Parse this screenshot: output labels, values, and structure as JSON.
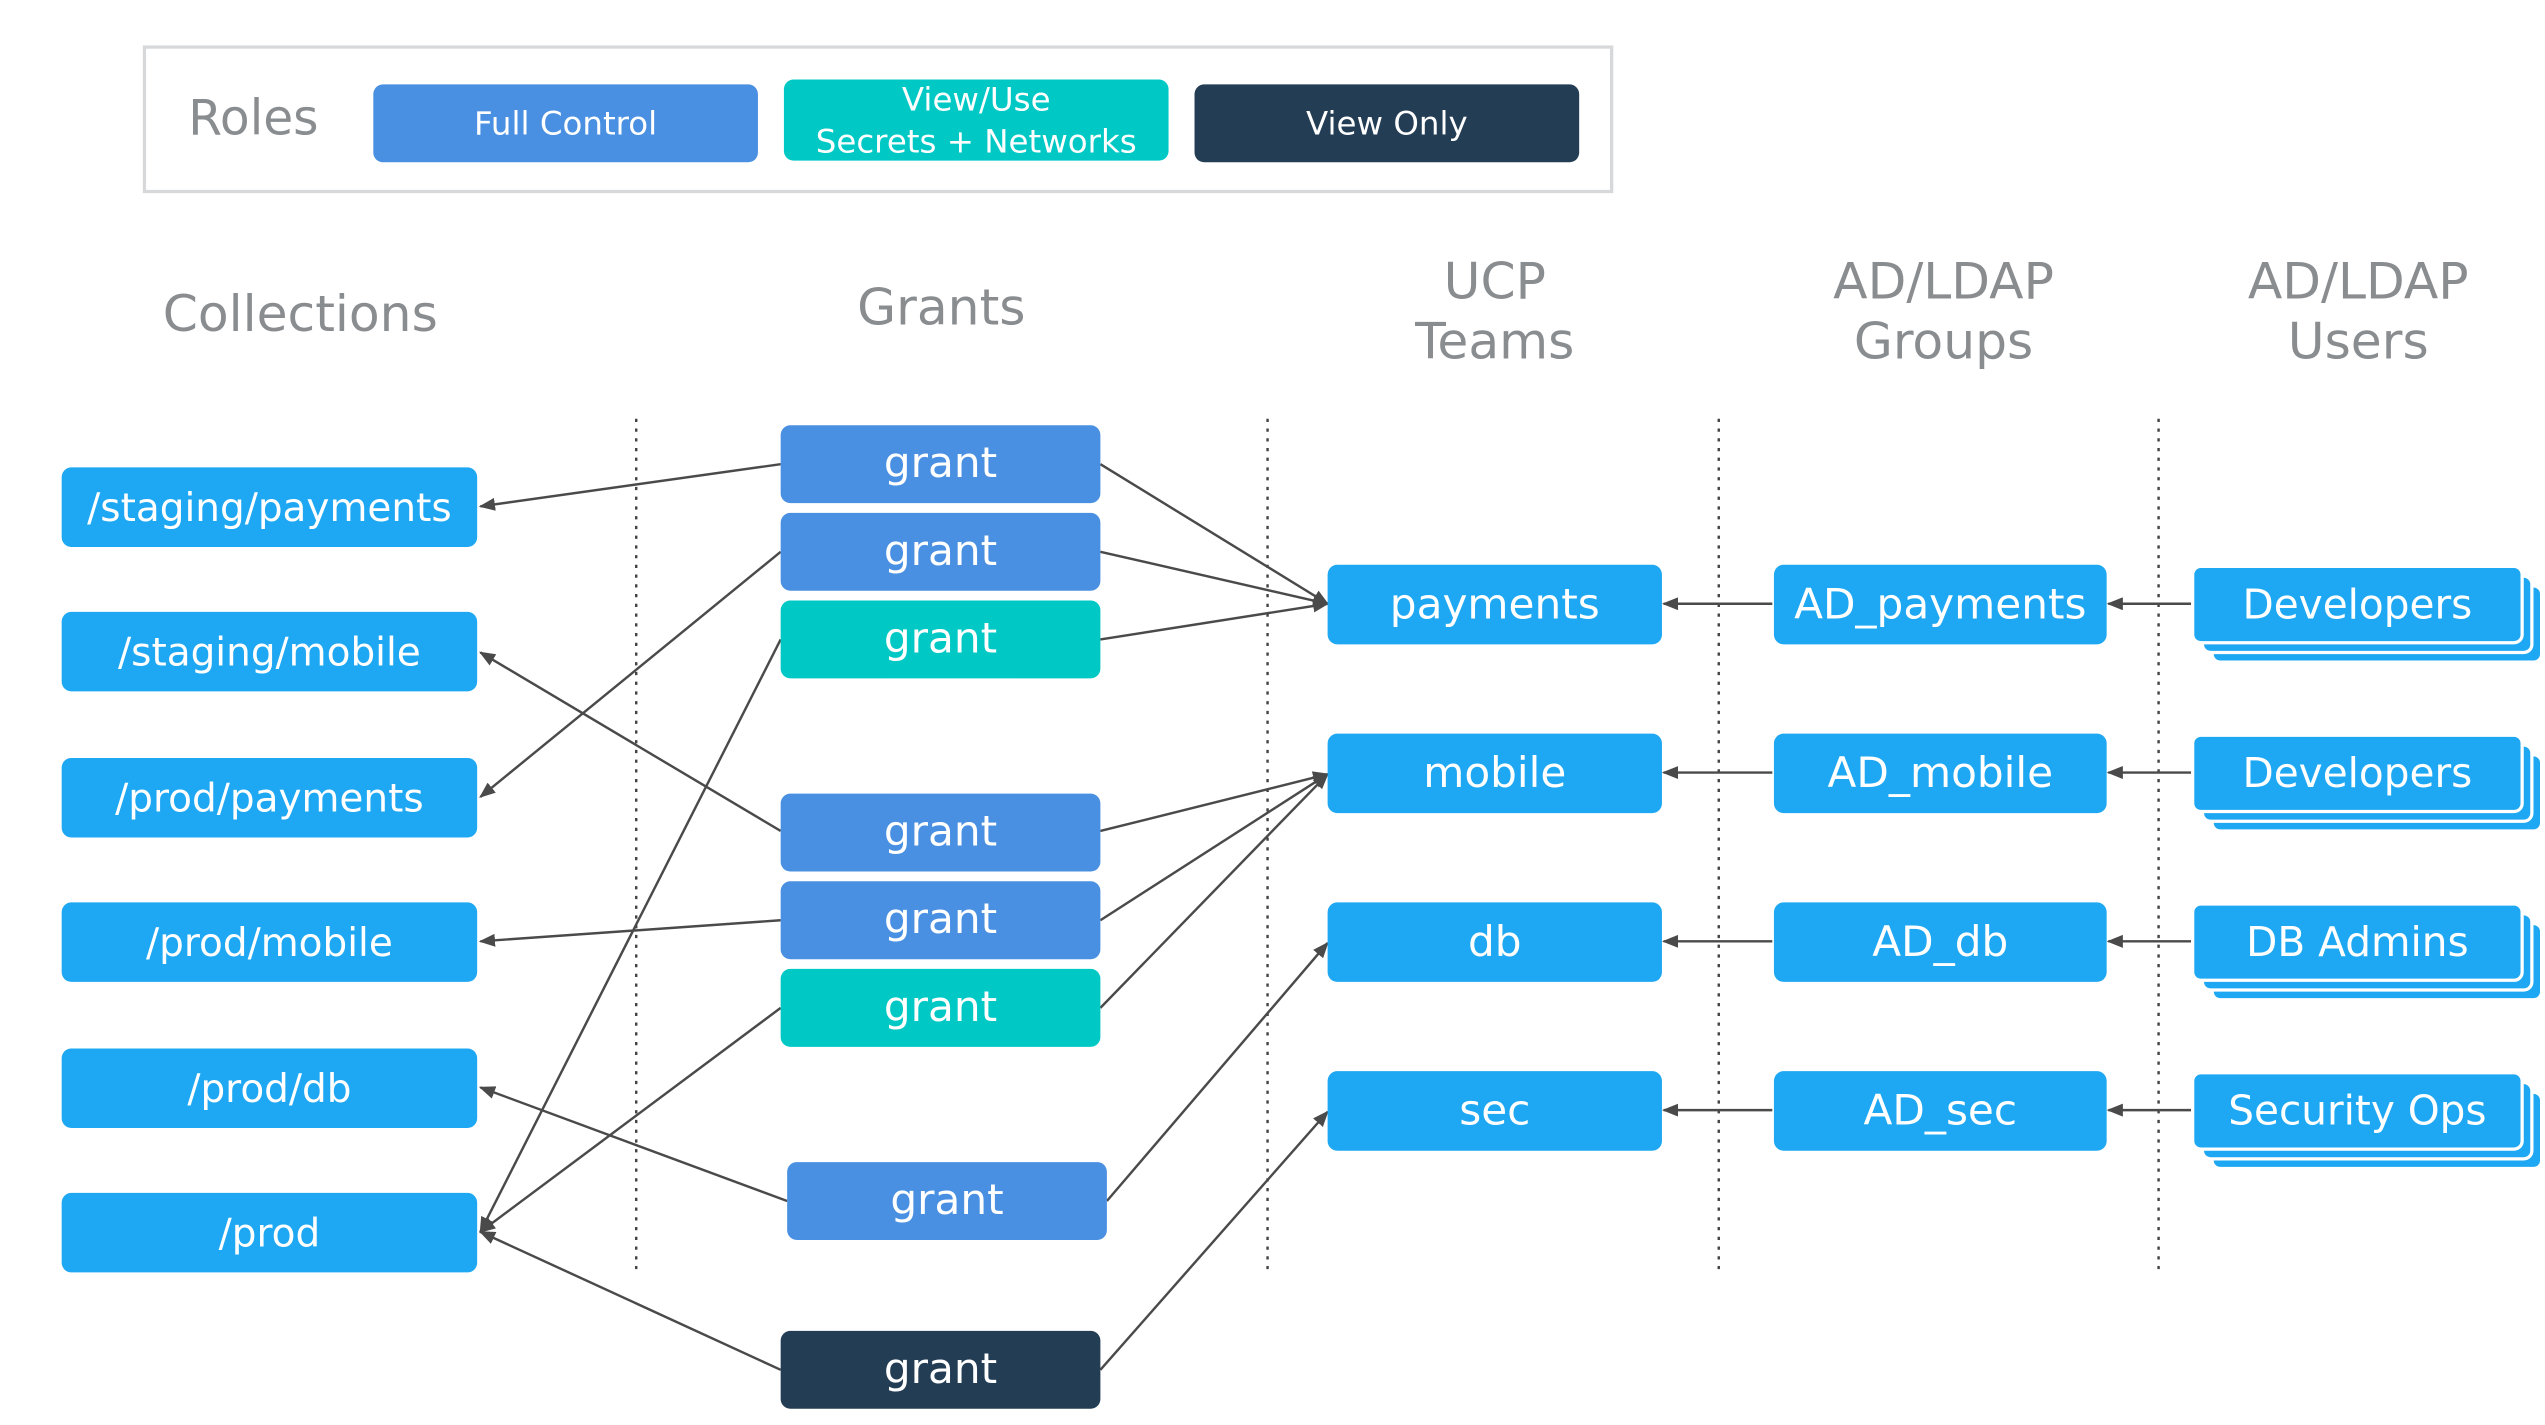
{
  "legend": {
    "title": "Roles",
    "roles": [
      "Full Control",
      "View/Use\nSecrets + Networks",
      "View Only"
    ]
  },
  "columns": {
    "collections": "Collections",
    "grants": "Grants",
    "teams": "UCP\nTeams",
    "groups": "AD/LDAP\nGroups",
    "users": "AD/LDAP\nUsers"
  },
  "collections": [
    "/staging/payments",
    "/staging/mobile",
    "/prod/payments",
    "/prod/mobile",
    "/prod/db",
    "/prod"
  ],
  "grants": [
    "grant",
    "grant",
    "grant",
    "grant",
    "grant",
    "grant",
    "grant",
    "grant"
  ],
  "teams": [
    "payments",
    "mobile",
    "db",
    "sec"
  ],
  "groups": [
    "AD_payments",
    "AD_mobile",
    "AD_db",
    "AD_sec"
  ],
  "users": [
    "Developers",
    "Developers",
    "DB Admins",
    "Security Ops"
  ],
  "colors": {
    "full_control": "#4a90e2",
    "view_use": "#00c9c5",
    "view_only": "#233d55",
    "entity": "#1ea7f2"
  }
}
